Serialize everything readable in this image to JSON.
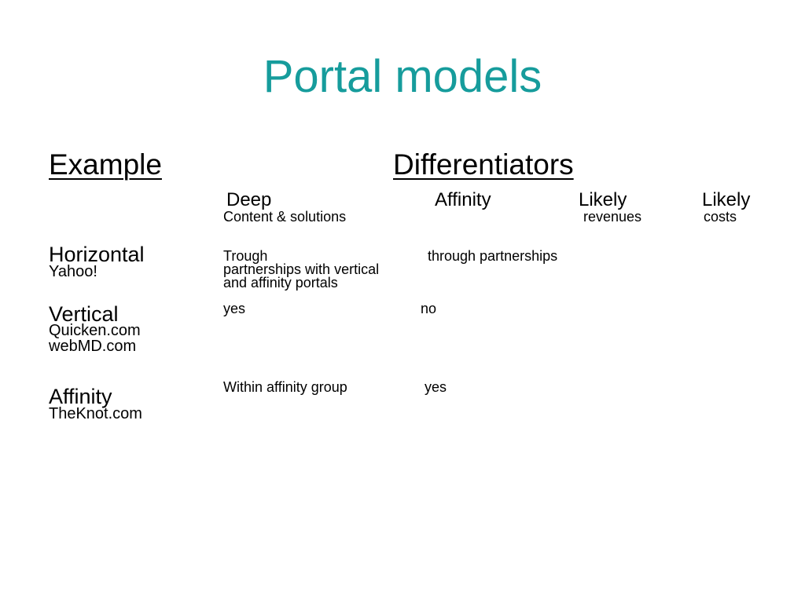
{
  "title": "Portal models",
  "headings": {
    "example": "Example",
    "differentiators": "Differentiators"
  },
  "columns": [
    {
      "label": "Deep",
      "sub": "Content & solutions"
    },
    {
      "label": "Affinity",
      "sub": ""
    },
    {
      "label": "Likely",
      "sub": "revenues"
    },
    {
      "label": "Likely",
      "sub": "costs"
    }
  ],
  "rows": [
    {
      "name": "Horizontal",
      "examples": [
        "Yahoo!"
      ],
      "deep_content": [
        "Trough",
        "partnerships with vertical",
        "and affinity portals"
      ],
      "affinity": "through partnerships"
    },
    {
      "name": "Vertical",
      "examples": [
        "Quicken.com",
        "webMD.com"
      ],
      "deep_content": [
        "yes"
      ],
      "affinity": "no"
    },
    {
      "name": "Affinity",
      "examples": [
        "TheKnot.com"
      ],
      "deep_content": [
        "Within affinity group"
      ],
      "affinity": "yes"
    }
  ],
  "colors": {
    "title": "#169c9c",
    "text": "#000000",
    "background": "#ffffff"
  }
}
